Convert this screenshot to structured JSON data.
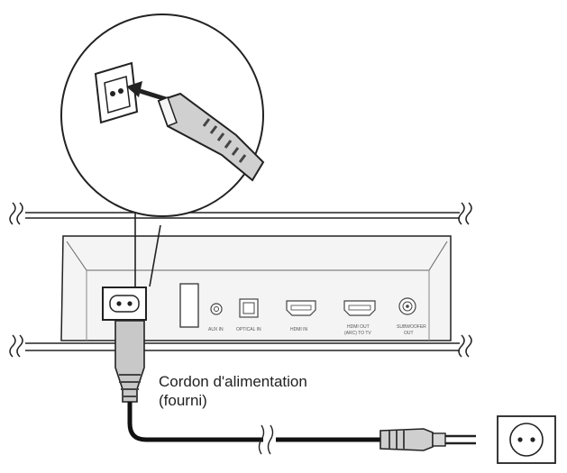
{
  "callout": {
    "line1": "Cordon d'alimentation",
    "line2": "(fourni)"
  },
  "ports": {
    "aux_in": "AUX IN",
    "optical_in": "OPTICAL IN",
    "hdmi_in": "HDMI IN",
    "hdmi_out_line1": "HDMI OUT",
    "hdmi_out_line2": "(ARC) TO TV",
    "subwoofer_line1": "SUBWOOFER",
    "subwoofer_line2": "OUT"
  },
  "colors": {
    "line": "#222222",
    "panel": "#f2f2f2",
    "plug_fill": "#bdbdbd"
  }
}
